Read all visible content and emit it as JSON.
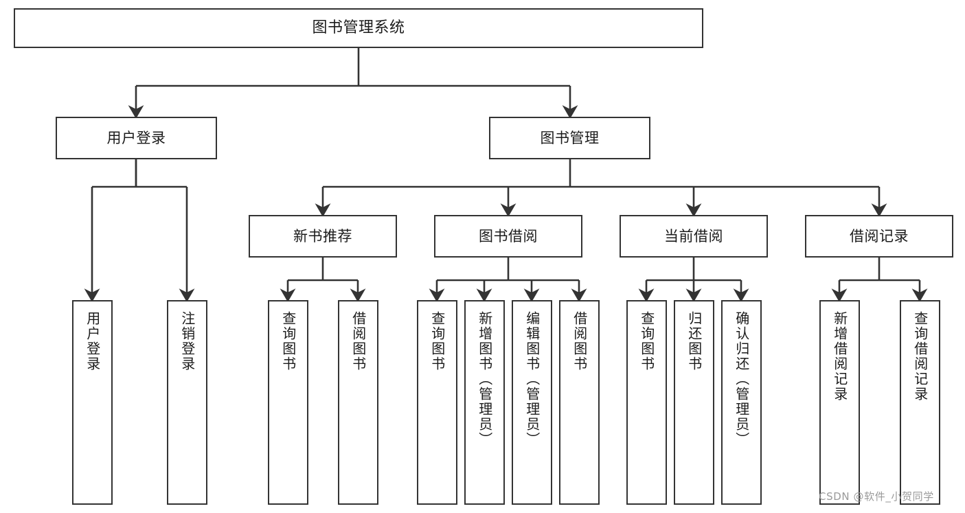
{
  "diagram": {
    "title": "图书管理系统",
    "root": {
      "label": "图书管理系统"
    },
    "level2": [
      {
        "label": "用户登录"
      },
      {
        "label": "图书管理"
      }
    ],
    "level3": [
      {
        "label": "新书推荐"
      },
      {
        "label": "图书借阅"
      },
      {
        "label": "当前借阅"
      },
      {
        "label": "借阅记录"
      }
    ],
    "leaves": [
      {
        "label": "用户登录"
      },
      {
        "label": "注销登录"
      },
      {
        "label": "查询图书"
      },
      {
        "label": "借阅图书"
      },
      {
        "label": "查询图书"
      },
      {
        "label": "新增图书（管理员）"
      },
      {
        "label": "编辑图书（管理员）"
      },
      {
        "label": "借阅图书"
      },
      {
        "label": "查询图书"
      },
      {
        "label": "归还图书"
      },
      {
        "label": "确认归还（管理员）"
      },
      {
        "label": "新增借阅记录"
      },
      {
        "label": "查询借阅记录"
      }
    ]
  },
  "watermark": {
    "text": "CSDN @软件_小贺同学"
  },
  "colors": {
    "border": "#333333",
    "background": "#ffffff",
    "text": "#1b1b1b",
    "watermark": "#9a9a9a"
  }
}
